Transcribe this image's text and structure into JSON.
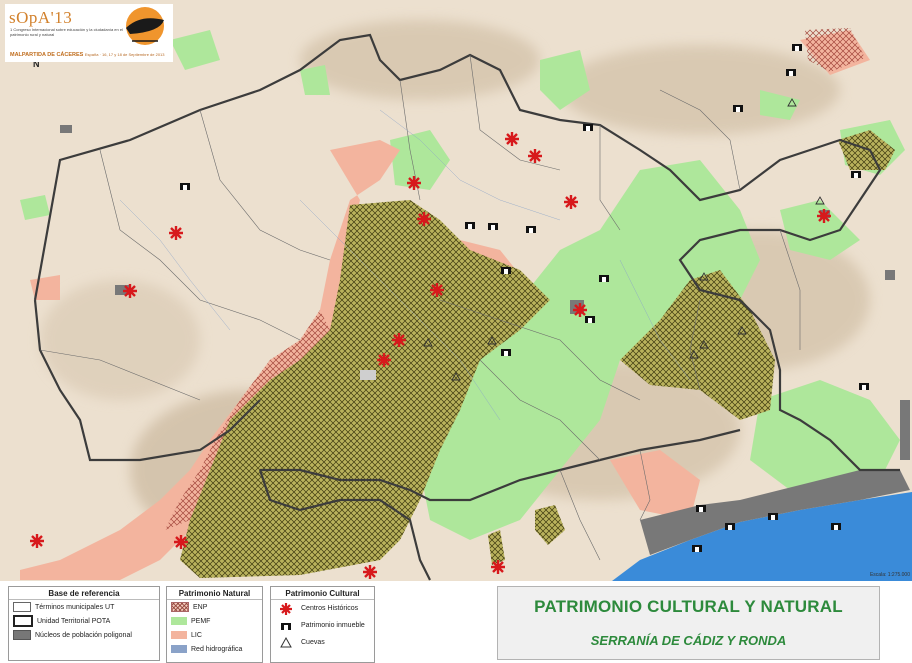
{
  "logo": {
    "title": "sOpA'13",
    "subtitle": "1 Congreso Internacional sobre educación y la ciudadanía en el patrimonio rural y natural",
    "place": "MALPARTIDA DE CÁCERES",
    "dates": "España · 16, 17 y 18 de Septiembre de 2013"
  },
  "map": {
    "north_label": "N",
    "scale_text": "Escala: 1:275.000",
    "colors": {
      "base": "#ece0cf",
      "relief": "#d8c7b0",
      "sea": "#3a8bd9",
      "pemf": "#aee79b",
      "lic": "#f3b49e",
      "enp": "#b9b25c",
      "urban": "#787878",
      "boundary": "#3c3c3c",
      "centros": "#d7191c"
    }
  },
  "legend": {
    "base": {
      "title": "Base de referencia",
      "items": [
        {
          "label": "Términos municipales UT"
        },
        {
          "label": "Unidad Territorial POTA"
        },
        {
          "label": "Núcleos de población poligonal"
        }
      ]
    },
    "natural": {
      "title": "Patrimonio Natural",
      "items": [
        {
          "label": "ENP"
        },
        {
          "label": "PEMF"
        },
        {
          "label": "LIC"
        },
        {
          "label": "Red hidrográfica"
        }
      ]
    },
    "cultural": {
      "title": "Patrimonio Cultural",
      "items": [
        {
          "label": "Centros Históricos",
          "icon": "asterisk-icon"
        },
        {
          "label": "Patrimonio inmueble",
          "icon": "building-icon"
        },
        {
          "label": "Cuevas",
          "icon": "triangle-icon"
        }
      ]
    }
  },
  "title": {
    "main": "PATRIMONIO CULTURAL Y NATURAL",
    "sub": "SERRANÍA DE CÁDIZ Y RONDA"
  }
}
